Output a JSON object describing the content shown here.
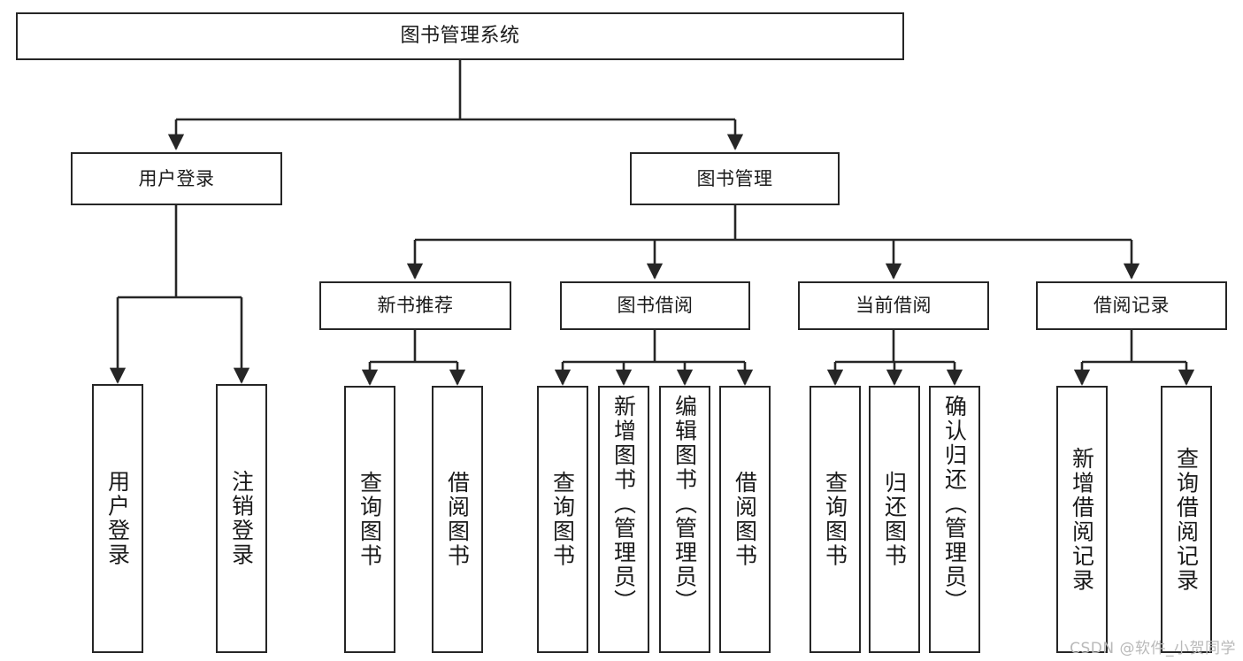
{
  "diagram": {
    "type": "tree",
    "title": "图书管理系统",
    "orientation": "top-down",
    "colors": {
      "stroke": "#262626",
      "fill": "#ffffff",
      "text": "#1a1a1a",
      "watermark": "#b9b9b9"
    },
    "watermark": "CSDN @软件_小贺同学"
  },
  "nodes": {
    "root": {
      "label": "图书管理系统"
    },
    "level1": [
      {
        "label": "用户登录"
      },
      {
        "label": "图书管理"
      }
    ],
    "level2": [
      {
        "label": "新书推荐"
      },
      {
        "label": "图书借阅"
      },
      {
        "label": "当前借阅"
      },
      {
        "label": "借阅记录"
      }
    ],
    "leaves": {
      "user_login": [
        {
          "label": "用户登录"
        },
        {
          "label": "注销登录"
        }
      ],
      "new_book_recommend": [
        {
          "label": "查询图书"
        },
        {
          "label": "借阅图书"
        }
      ],
      "book_borrow": [
        {
          "label": "查询图书"
        },
        {
          "label": "新增图书（管理员）"
        },
        {
          "label": "编辑图书（管理员）"
        },
        {
          "label": "借阅图书"
        }
      ],
      "current_borrow": [
        {
          "label": "查询图书"
        },
        {
          "label": "归还图书"
        },
        {
          "label": "确认归还（管理员）"
        }
      ],
      "borrow_records": [
        {
          "label": "新增借阅记录"
        },
        {
          "label": "查询借阅记录"
        }
      ]
    }
  }
}
